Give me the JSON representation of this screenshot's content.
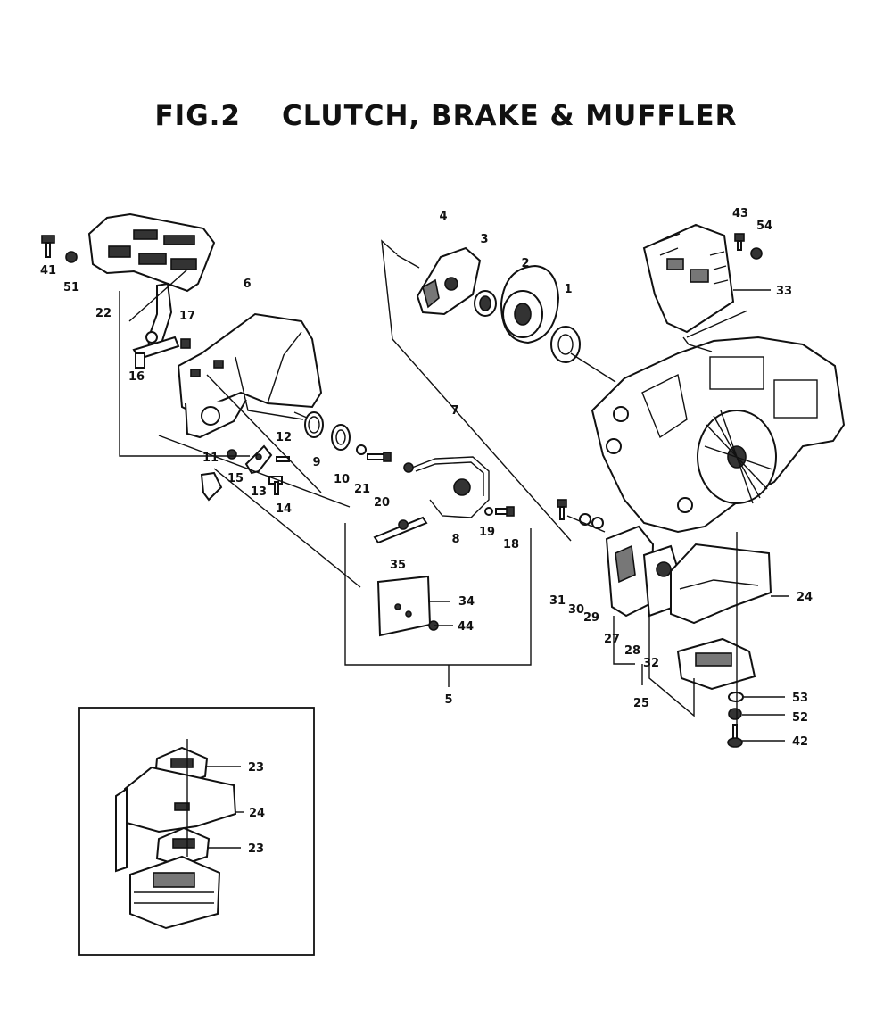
{
  "figure": {
    "number_label": "FIG.2",
    "title": "CLUTCH, BRAKE & MUFFLER"
  },
  "callouts": [
    {
      "id": "c1",
      "text": "1"
    },
    {
      "id": "c2",
      "text": "2"
    },
    {
      "id": "c3",
      "text": "3"
    },
    {
      "id": "c4",
      "text": "4"
    },
    {
      "id": "c5",
      "text": "5"
    },
    {
      "id": "c6",
      "text": "6"
    },
    {
      "id": "c7",
      "text": "7"
    },
    {
      "id": "c8",
      "text": "8"
    },
    {
      "id": "c9",
      "text": "9"
    },
    {
      "id": "c10",
      "text": "10"
    },
    {
      "id": "c11",
      "text": "11"
    },
    {
      "id": "c12",
      "text": "12"
    },
    {
      "id": "c13",
      "text": "13"
    },
    {
      "id": "c14",
      "text": "14"
    },
    {
      "id": "c15",
      "text": "15"
    },
    {
      "id": "c16",
      "text": "16"
    },
    {
      "id": "c17",
      "text": "17"
    },
    {
      "id": "c18",
      "text": "18"
    },
    {
      "id": "c19",
      "text": "19"
    },
    {
      "id": "c20",
      "text": "20"
    },
    {
      "id": "c21",
      "text": "21"
    },
    {
      "id": "c22",
      "text": "22"
    },
    {
      "id": "c24",
      "text": "24"
    },
    {
      "id": "c25",
      "text": "25"
    },
    {
      "id": "c27",
      "text": "27"
    },
    {
      "id": "c28",
      "text": "28"
    },
    {
      "id": "c29",
      "text": "29"
    },
    {
      "id": "c30",
      "text": "30"
    },
    {
      "id": "c31",
      "text": "31"
    },
    {
      "id": "c32",
      "text": "32"
    },
    {
      "id": "c33",
      "text": "33"
    },
    {
      "id": "c34",
      "text": "34"
    },
    {
      "id": "c35",
      "text": "35"
    },
    {
      "id": "c41",
      "text": "41"
    },
    {
      "id": "c42",
      "text": "42"
    },
    {
      "id": "c43",
      "text": "43"
    },
    {
      "id": "c44",
      "text": "44"
    },
    {
      "id": "c51",
      "text": "51"
    },
    {
      "id": "c52",
      "text": "52"
    },
    {
      "id": "c53",
      "text": "53"
    },
    {
      "id": "c54",
      "text": "54"
    },
    {
      "id": "i23a",
      "text": "23"
    },
    {
      "id": "i24",
      "text": "24"
    },
    {
      "id": "i23b",
      "text": "23"
    }
  ]
}
